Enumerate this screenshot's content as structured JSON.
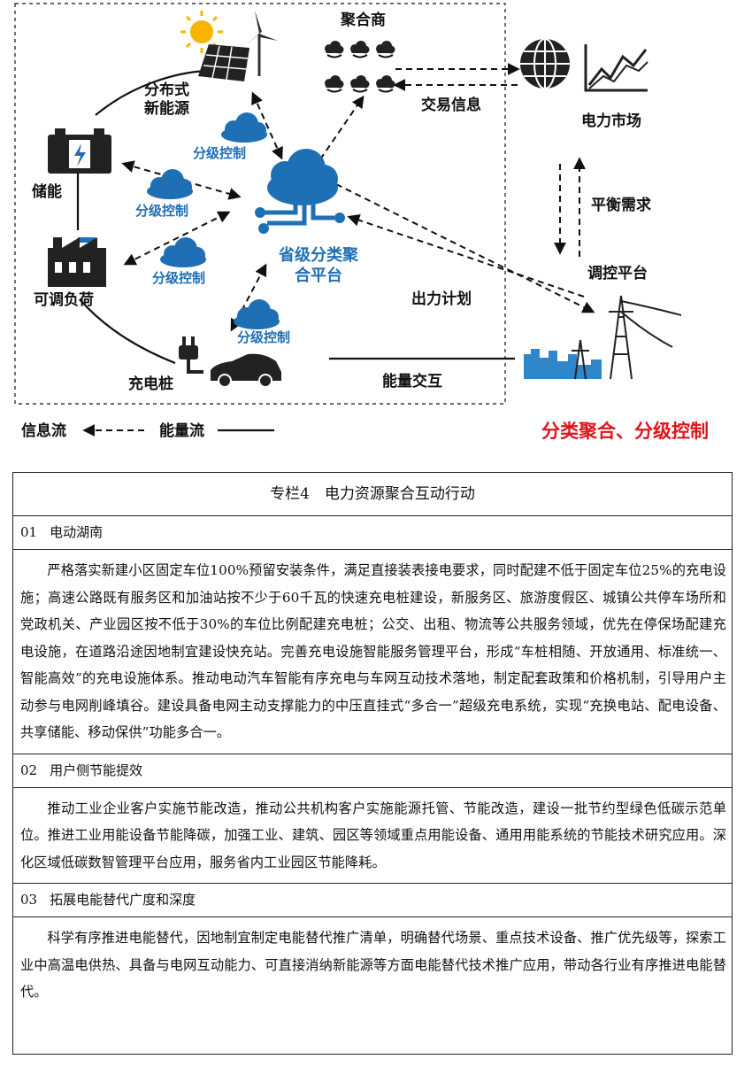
{
  "diagram": {
    "labels": {
      "distributed": [
        "分布式",
        "新能源"
      ],
      "storage": "储能",
      "adjustable_load": "可调负荷",
      "charging_pile": "充电桩",
      "aggregator": "聚合商",
      "power_market": "电力市场",
      "dispatch_platform": "调控平台",
      "center": [
        "省级分类聚",
        "合平台"
      ],
      "trade_info": "交易信息",
      "balance_demand": "平衡需求",
      "output_plan": "出力计划",
      "energy_interaction": "能量交互",
      "hier_control": "分级控制"
    },
    "legend": {
      "info_flow": "信息流",
      "energy_flow": "能量流",
      "slogan": "分类聚合、分级控制"
    },
    "colors": {
      "blue": "#1f6fb5",
      "red": "#e0141b",
      "cloud": "#1f6fb5"
    }
  },
  "column": {
    "title": "专栏4　电力资源聚合互动行动",
    "sections": [
      {
        "num": "01",
        "heading": "电动湖南",
        "body": "严格落实新建小区固定车位100%预留安装条件，满足直接装表接电要求，同时配建不低于固定车位25%的充电设施；高速公路既有服务区和加油站按不少于60千瓦的快速充电桩建设，新服务区、旅游度假区、城镇公共停车场所和党政机关、产业园区按不低于30%的车位比例配建充电桩；公交、出租、物流等公共服务领域，优先在停保场配建充电设施，在道路沿途因地制宜建设快充站。完善充电设施智能服务管理平台，形成“车桩相随、开放通用、标准统一、智能高效”的充电设施体系。推动电动汽车智能有序充电与车网互动技术落地，制定配套政策和价格机制，引导用户主动参与电网削峰填谷。建设具备电网主动支撑能力的中压直挂式“多合一”超级充电系统，实现“充换电站、配电设备、共享储能、移动保供”功能多合一。"
      },
      {
        "num": "02",
        "heading": "用户侧节能提效",
        "body": "推动工业企业客户实施节能改造，推动公共机构客户实施能源托管、节能改造，建设一批节约型绿色低碳示范单位。推进工业用能设备节能降碳，加强工业、建筑、园区等领域重点用能设备、通用用能系统的节能技术研究应用。深化区域低碳数智管理平台应用，服务省内工业园区节能降耗。"
      },
      {
        "num": "03",
        "heading": "拓展电能替代广度和深度",
        "body": "科学有序推进电能替代，因地制宜制定电能替代推广清单，明确替代场景、重点技术设备、推广优先级等，探索工业中高温电供热、具备与电网互动能力、可直接消纳新能源等方面电能替代技术推广应用，带动各行业有序推进电能替代。"
      }
    ]
  }
}
